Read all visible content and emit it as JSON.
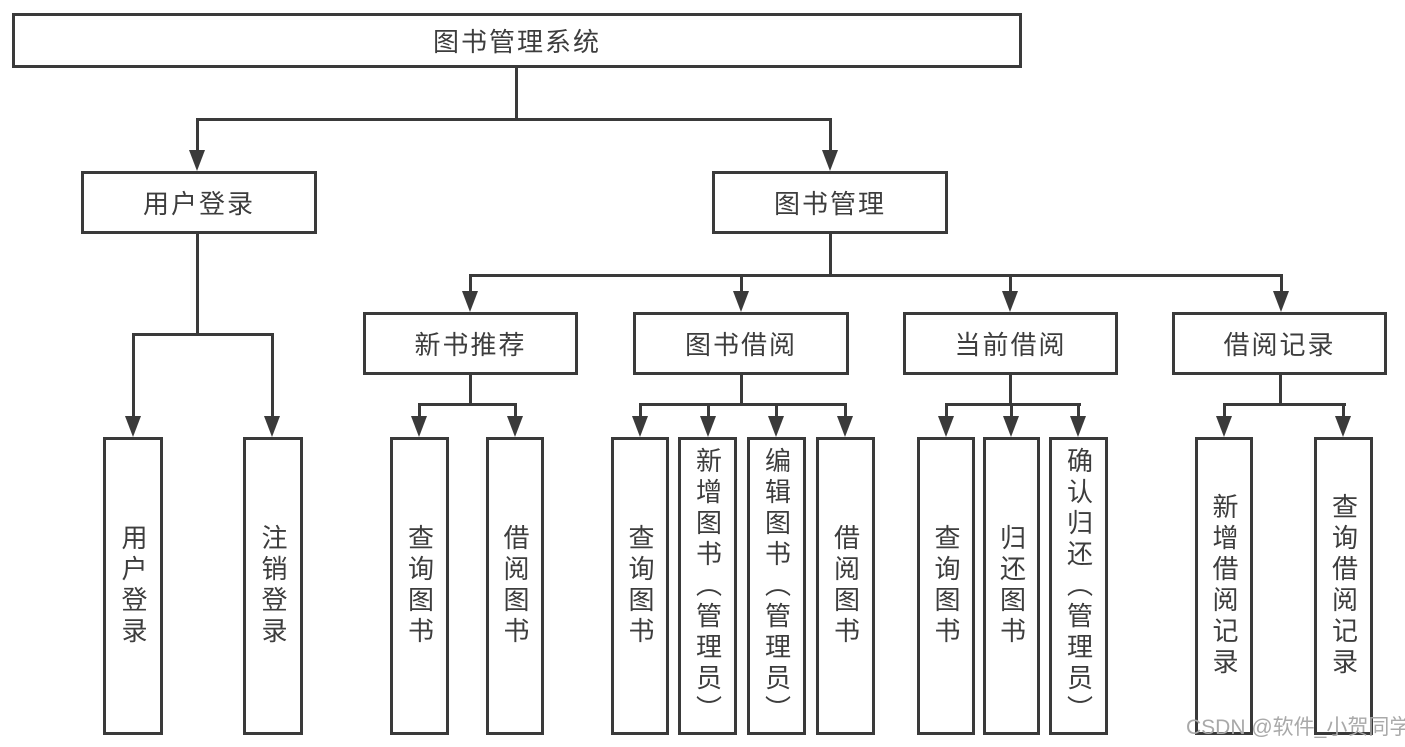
{
  "diagram": {
    "title": "图书管理系统",
    "watermark": "CSDN @软件_小贺同学",
    "colors": {
      "line": "#3a3a3a",
      "border": "#3a3a3a",
      "text": "#3d3d3d",
      "background": "#ffffff",
      "watermark": "#a9a9a9"
    },
    "nodes": {
      "root": {
        "label": "图书管理系统"
      },
      "user_login": {
        "label": "用户登录"
      },
      "book_mgmt": {
        "label": "图书管理"
      },
      "new_book_rec": {
        "label": "新书推荐"
      },
      "book_borrow": {
        "label": "图书借阅"
      },
      "current_borrow": {
        "label": "当前借阅"
      },
      "borrow_records": {
        "label": "借阅记录"
      },
      "leaf_user_login": {
        "label": "用户登录"
      },
      "leaf_logout": {
        "label": "注销登录"
      },
      "nbr_query": {
        "label": "查询图书"
      },
      "nbr_borrow": {
        "label": "借阅图书"
      },
      "bb_query": {
        "label": "查询图书"
      },
      "bb_add": {
        "label": "新增图书（管理员）"
      },
      "bb_edit": {
        "label": "编辑图书（管理员）"
      },
      "bb_borrow": {
        "label": "借阅图书"
      },
      "cb_query": {
        "label": "查询图书"
      },
      "cb_return": {
        "label": "归还图书"
      },
      "cb_confirm": {
        "label": "确认归还（管理员）"
      },
      "br_add": {
        "label": "新增借阅记录"
      },
      "br_query": {
        "label": "查询借阅记录"
      }
    },
    "edges": [
      [
        "root",
        "user_login"
      ],
      [
        "root",
        "book_mgmt"
      ],
      [
        "user_login",
        "leaf_user_login"
      ],
      [
        "user_login",
        "leaf_logout"
      ],
      [
        "book_mgmt",
        "new_book_rec"
      ],
      [
        "book_mgmt",
        "book_borrow"
      ],
      [
        "book_mgmt",
        "current_borrow"
      ],
      [
        "book_mgmt",
        "borrow_records"
      ],
      [
        "new_book_rec",
        "nbr_query"
      ],
      [
        "new_book_rec",
        "nbr_borrow"
      ],
      [
        "book_borrow",
        "bb_query"
      ],
      [
        "book_borrow",
        "bb_add"
      ],
      [
        "book_borrow",
        "bb_edit"
      ],
      [
        "book_borrow",
        "bb_borrow"
      ],
      [
        "current_borrow",
        "cb_query"
      ],
      [
        "current_borrow",
        "cb_return"
      ],
      [
        "current_borrow",
        "cb_confirm"
      ],
      [
        "borrow_records",
        "br_add"
      ],
      [
        "borrow_records",
        "br_query"
      ]
    ]
  }
}
